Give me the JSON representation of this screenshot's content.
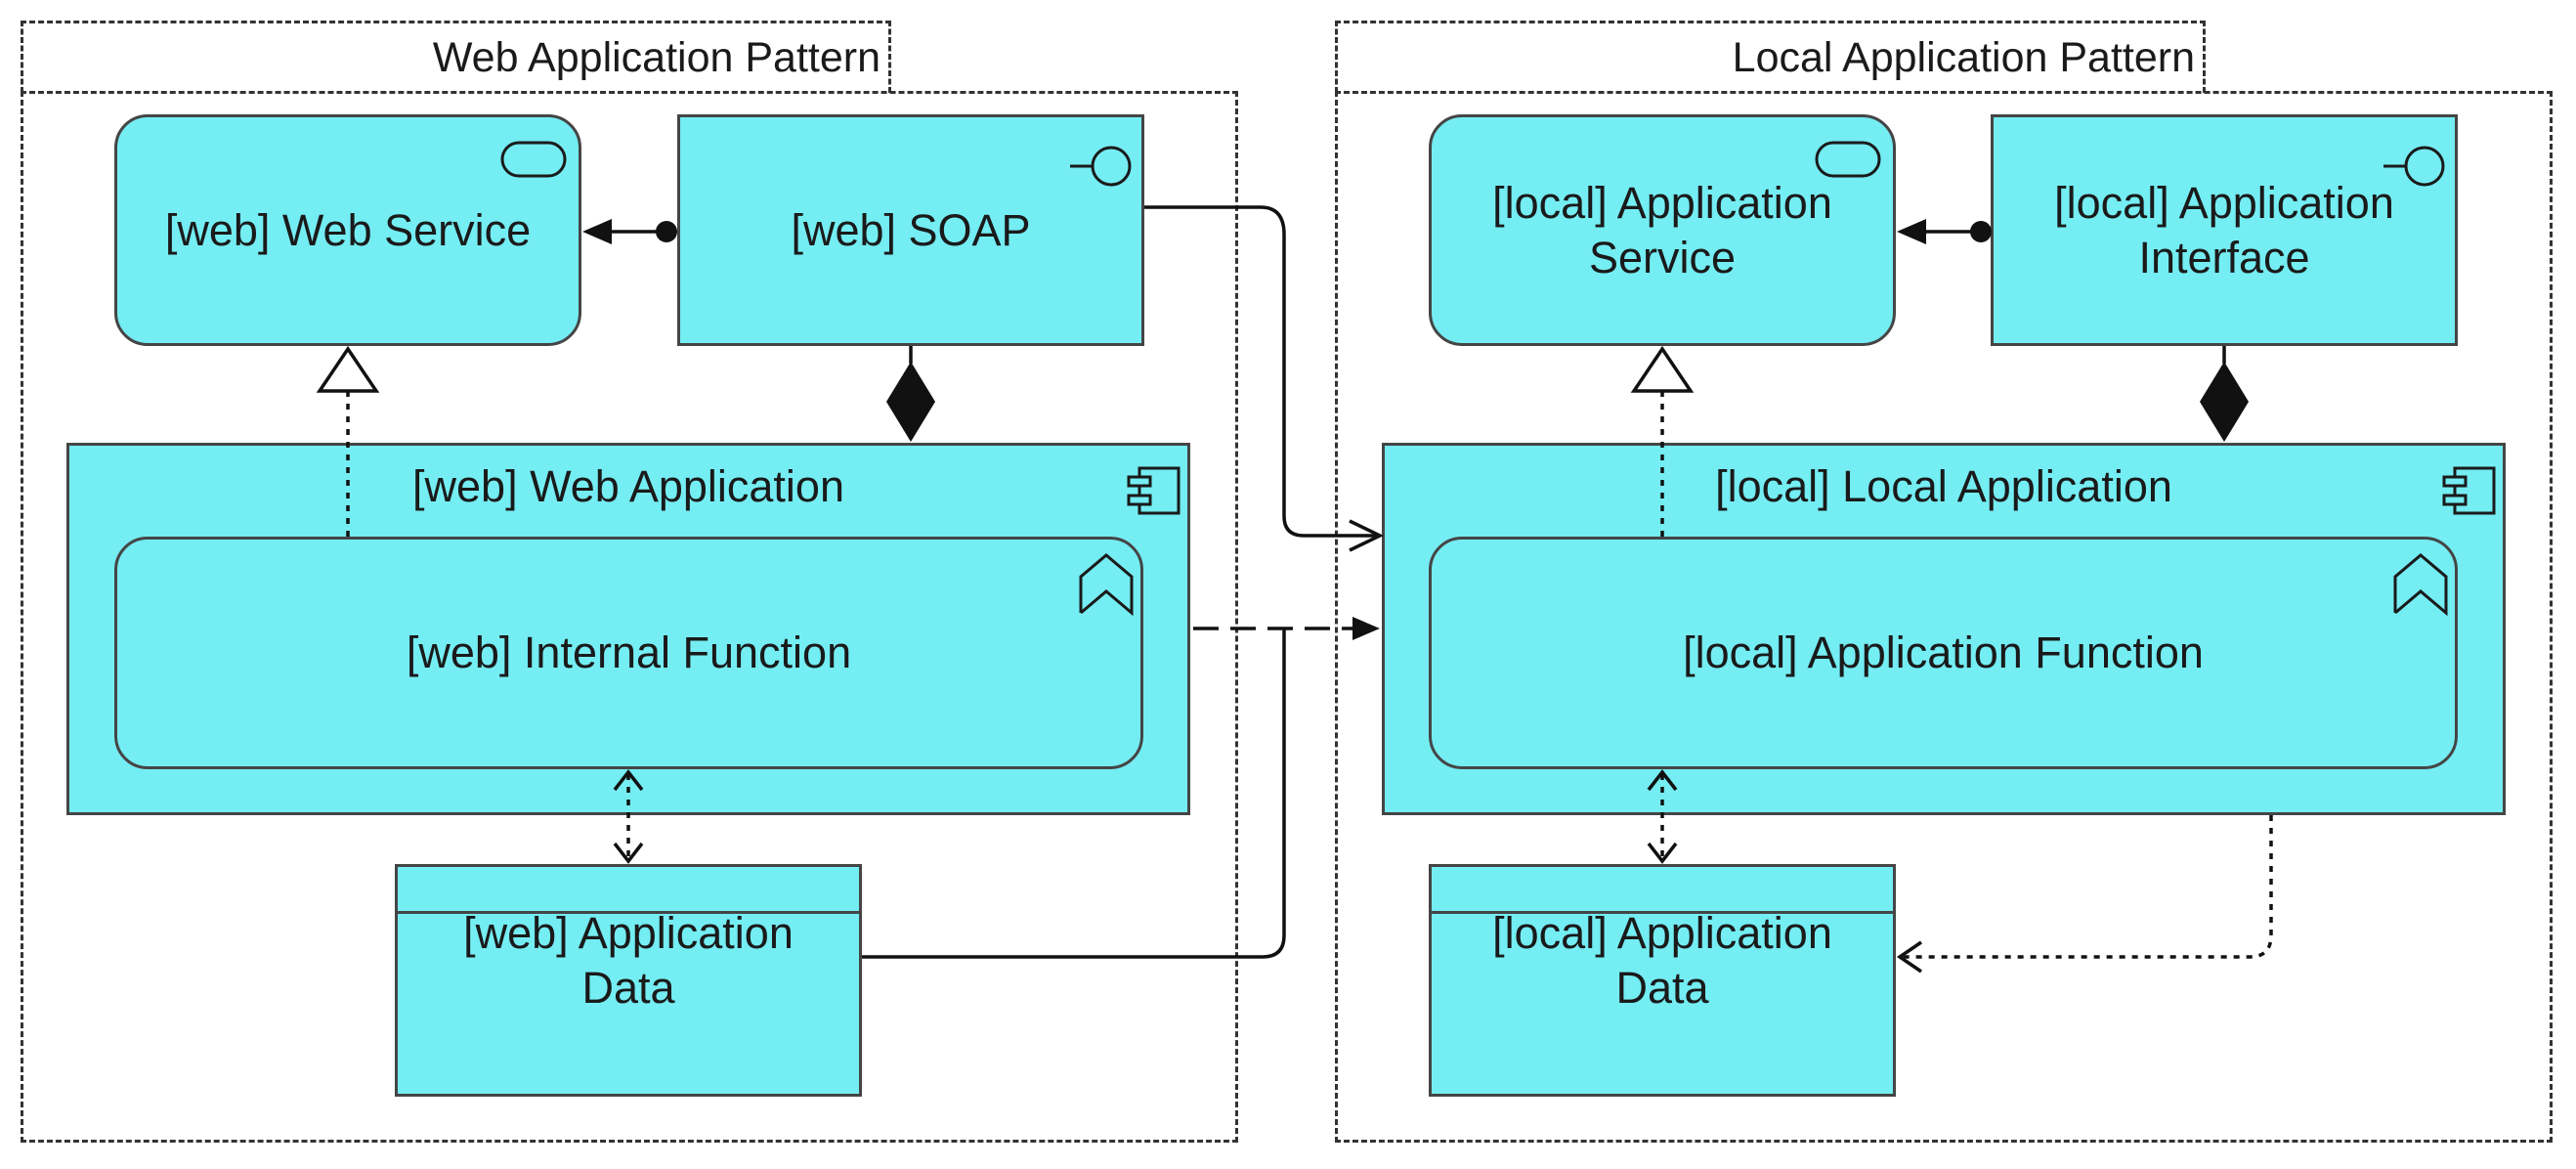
{
  "groups": {
    "web": {
      "title": "Web Application Pattern"
    },
    "local": {
      "title": "Local Application Pattern"
    }
  },
  "elements": {
    "web_service": "[web] Web Service",
    "web_soap": "[web] SOAP",
    "web_application": "[web] Web Application",
    "web_internal_function": "[web] Internal Function",
    "web_application_data": "[web] Application Data",
    "local_application_service": "[local] Application Service",
    "local_application_interface": "[local] Application Interface",
    "local_local_application": "[local] Local Application",
    "local_application_function": "[local] Application Function",
    "local_application_data": "[local] Application Data"
  },
  "icons": {
    "service": "service-icon",
    "interface": "interface-icon",
    "component": "component-icon",
    "function": "function-icon"
  },
  "colors": {
    "element_fill": "#74edf3",
    "element_border": "#454545",
    "group_border": "#333333",
    "line": "#111111"
  }
}
